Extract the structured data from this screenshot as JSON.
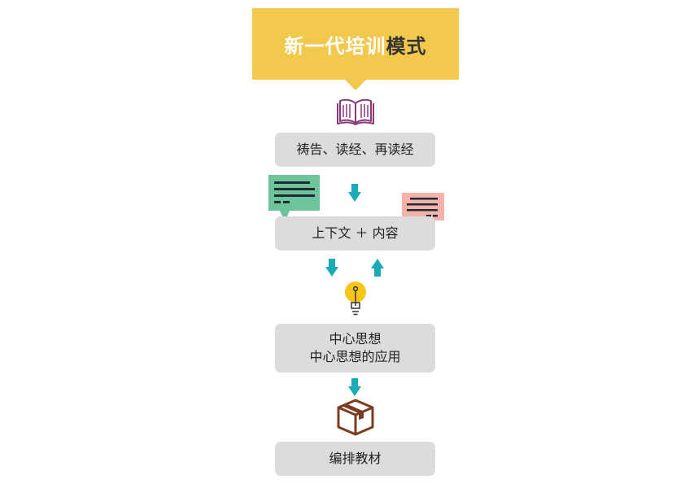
{
  "title": {
    "highlight": "新一代培训",
    "rest": "模式"
  },
  "steps": [
    {
      "lines": [
        "祷告、读经、再读经"
      ]
    },
    {
      "lines": [
        "上下文 ＋ 内容"
      ]
    },
    {
      "lines": [
        "中心思想",
        "中心思想的应用"
      ]
    },
    {
      "lines": [
        "编排教材"
      ]
    }
  ],
  "icons": [
    "open-book-icon",
    "green-speech-bubble-icon",
    "pink-speech-bubble-icon",
    "lightbulb-icon",
    "box-icon",
    "arrow-down-icon",
    "arrow-up-icon"
  ],
  "colors": {
    "title_fill": "#F2C94C",
    "box_fill": "#dcdcdc",
    "arrow": "#1aabb8",
    "book": "#8a3a7a",
    "bubble_green": "#6cc59a",
    "bubble_pink": "#f4b3aa",
    "bulb": "#F5C518",
    "box_icon": "#7a3b1f"
  }
}
